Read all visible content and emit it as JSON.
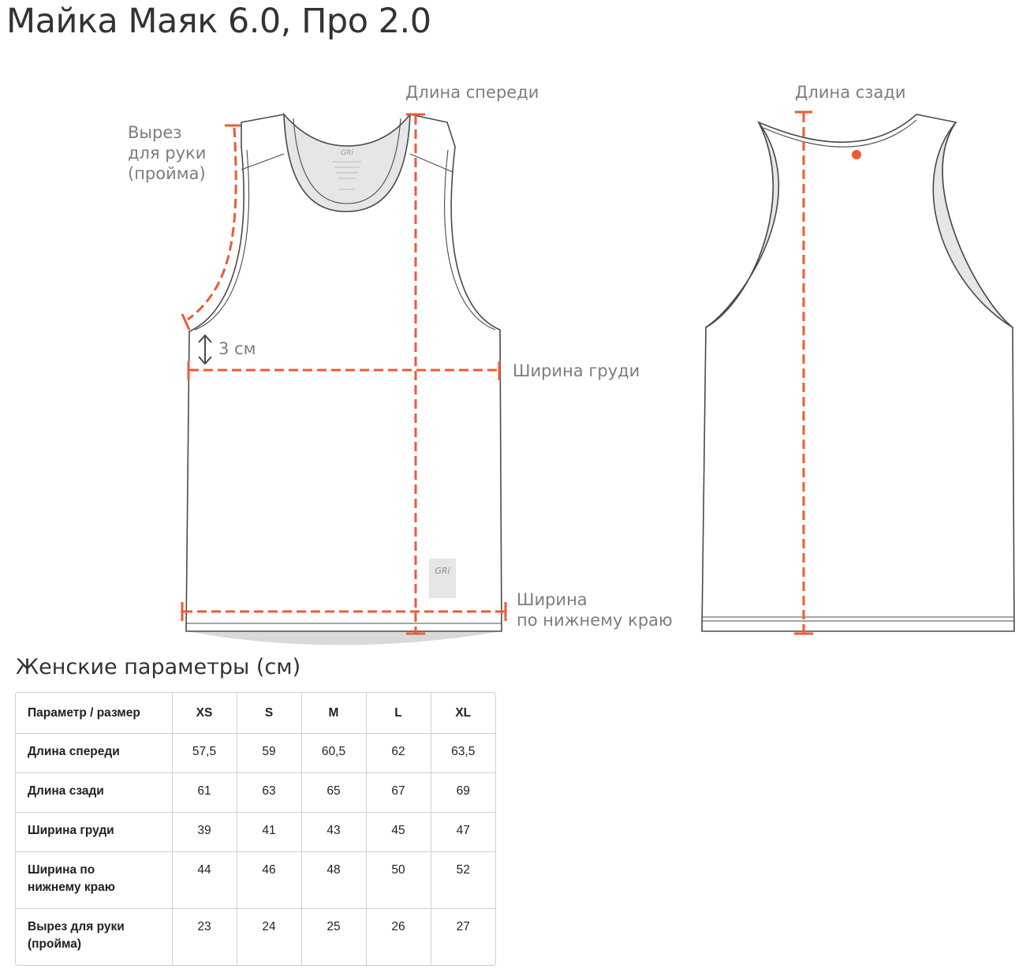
{
  "title": "Майка Маяк 6.0, Про 2.0",
  "labels": {
    "front_length": "Длина спереди",
    "back_length": "Длина сзади",
    "armhole": [
      "Вырез",
      "для руки",
      "(пройма)"
    ],
    "offset": "3 см",
    "chest_width": "Ширина груди",
    "hem_width": [
      "Ширина",
      "по нижнему краю"
    ],
    "logo": "GRi"
  },
  "colors": {
    "accent": "#ee5a36",
    "outline": "#4a4a4a",
    "label": "#7d7d7d",
    "fill_gray": "#e6e6e6"
  },
  "table": {
    "title": "Женские параметры (см)",
    "headers": [
      "Параметр / размер",
      "XS",
      "S",
      "M",
      "L",
      "XL"
    ],
    "rows": [
      {
        "name": [
          "Длина спереди"
        ],
        "values": [
          "57,5",
          "59",
          "60,5",
          "62",
          "63,5"
        ]
      },
      {
        "name": [
          "Длина сзади"
        ],
        "values": [
          "61",
          "63",
          "65",
          "67",
          "69"
        ]
      },
      {
        "name": [
          "Ширина груди"
        ],
        "values": [
          "39",
          "41",
          "43",
          "45",
          "47"
        ]
      },
      {
        "name": [
          "Ширина по",
          "нижнему краю"
        ],
        "values": [
          "44",
          "46",
          "48",
          "50",
          "52"
        ]
      },
      {
        "name": [
          "Вырез для руки",
          "(пройма)"
        ],
        "values": [
          "23",
          "24",
          "25",
          "26",
          "27"
        ]
      }
    ]
  }
}
